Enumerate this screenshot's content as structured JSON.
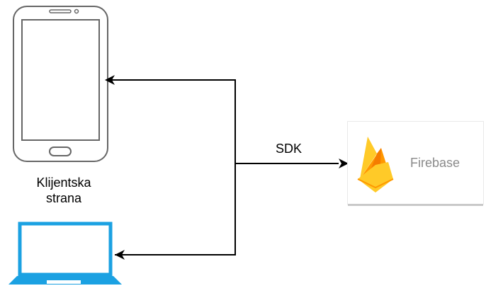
{
  "client_label": {
    "line1": "Klijentska",
    "line2": "strana"
  },
  "connector_label": "SDK",
  "firebase": {
    "name": "Firebase"
  },
  "icons": {
    "phone": "smartphone-icon",
    "laptop": "laptop-icon",
    "firebase": "firebase-flame-icon"
  },
  "colors": {
    "device_outline": "#666666",
    "laptop": "#1ba1e2",
    "firebase_yellow": "#ffca28",
    "firebase_orange": "#ff9800",
    "firebase_dark_orange": "#f57c00",
    "arrow": "#000000"
  }
}
